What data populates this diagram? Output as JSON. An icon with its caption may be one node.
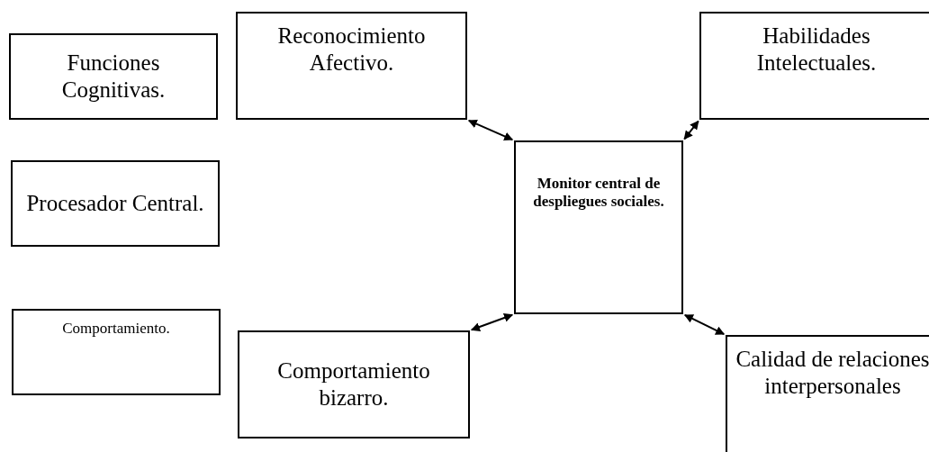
{
  "diagram": {
    "nodes": [
      {
        "text": [
          "Funciones Cognitivas."
        ]
      },
      {
        "text": [
          "Reconocimiento Afectivo."
        ]
      },
      {
        "text": [
          "Habilidades Intelectuales."
        ]
      },
      {
        "text": [
          "Procesador Central."
        ]
      },
      {
        "text": [
          "Monitor central de despliegues sociales."
        ]
      },
      {
        "text": [
          "Comportamiento."
        ]
      },
      {
        "text": [
          "Comportamiento bizarro."
        ]
      },
      {
        "text": [
          "Calidad de relaciones interpersonales"
        ]
      }
    ],
    "edges": [
      {
        "from": 4,
        "to": 1,
        "arrow": "both"
      },
      {
        "from": 4,
        "to": 2,
        "arrow": "both"
      },
      {
        "from": 4,
        "to": 6,
        "arrow": "both"
      },
      {
        "from": 4,
        "to": 7,
        "arrow": "both"
      }
    ]
  }
}
